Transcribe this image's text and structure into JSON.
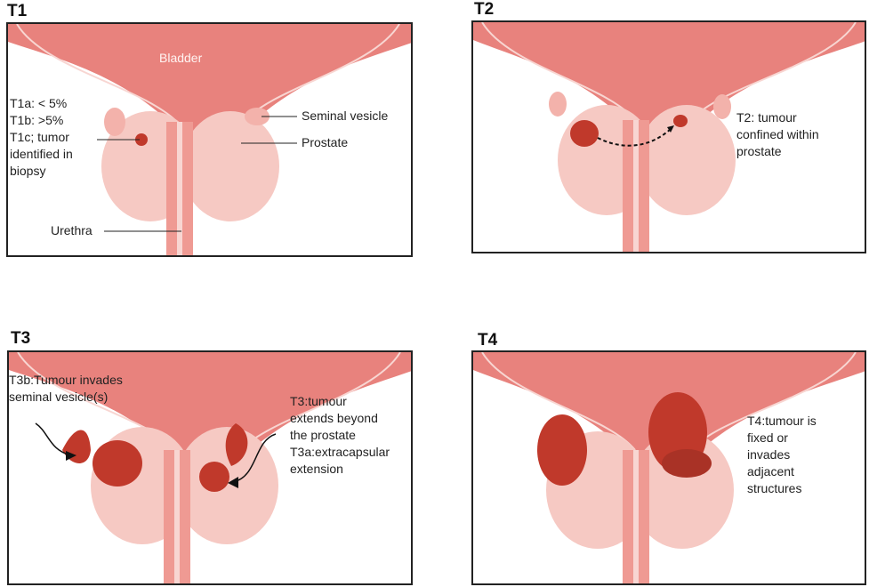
{
  "panels": {
    "t1": {
      "title": "T1",
      "bladder": "Bladder",
      "stages": "T1a: <  5%\nT1b:  >5%\nT1c; tumor\nidentified in\nbiopsy",
      "seminal_vesicle": "Seminal vesicle",
      "prostate": "Prostate",
      "urethra": "Urethra"
    },
    "t2": {
      "title": "T2",
      "description": "T2: tumour\nconfined within\nprostate"
    },
    "t3": {
      "title": "T3",
      "t3b": "T3b:Tumour invades\nseminal vesicle(s)",
      "description": "T3:tumour\nextends beyond\nthe prostate\nT3a:extracapsular\nextension"
    },
    "t4": {
      "title": "T4",
      "description": "T4:tumour is\nfixed or\ninvades\nadjacent\nstructures"
    }
  },
  "colors": {
    "bladder": "#e8827d",
    "bladder_dark": "#d96e6a",
    "prostate": "#f6c9c3",
    "vesicle": "#f3b2ab",
    "urethra": "#ef9a93",
    "tumour": "#c0392b",
    "tumour_dark": "#8e1f17"
  }
}
